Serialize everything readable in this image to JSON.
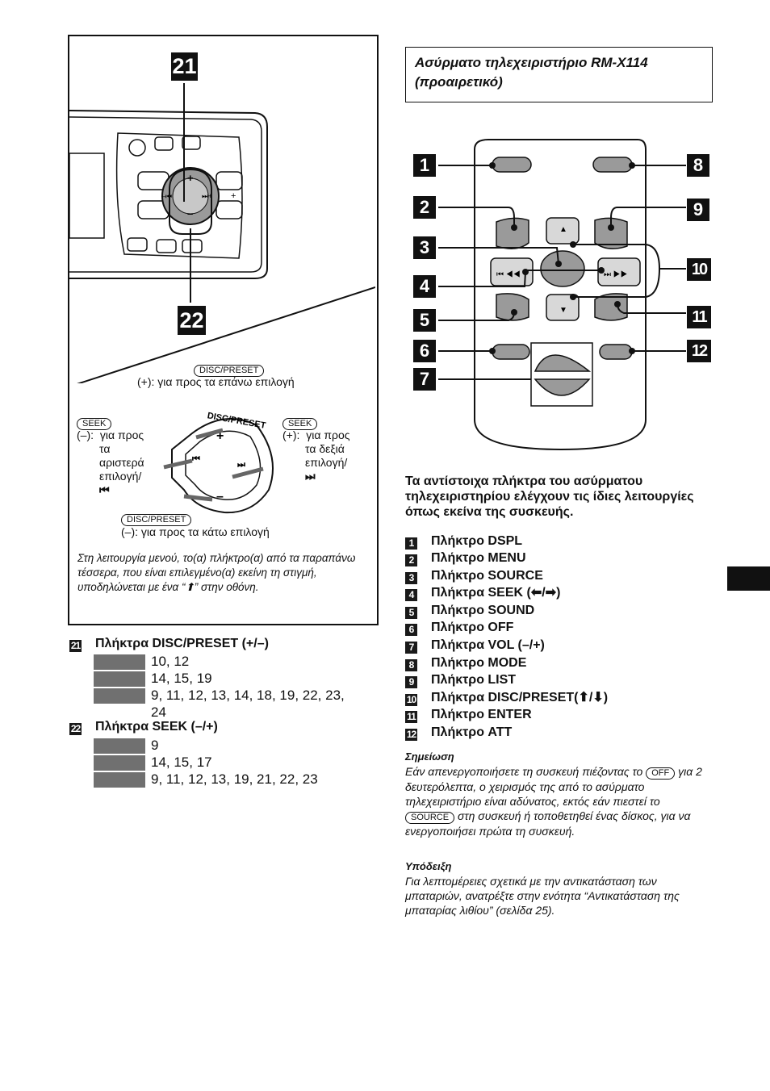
{
  "callouts": {
    "n21": "21",
    "n22": "22",
    "n1": "1",
    "n2": "2",
    "n3": "3",
    "n4": "4",
    "n5": "5",
    "n6": "6",
    "n7": "7",
    "n8": "8",
    "n9": "9",
    "n10": "10",
    "n11": "11",
    "n12": "12"
  },
  "left_box": {
    "disc_top_key": "DISC/PRESET",
    "disc_top_text": "(+): για προς τα επάνω επιλογή",
    "seek_left_key": "SEEK",
    "seek_left_lines": [
      "(–):",
      "για προς",
      "τα",
      "αριστερά",
      "επιλογή/",
      "⏮"
    ],
    "seek_right_key": "SEEK",
    "seek_right_lines": [
      "(+):",
      "για προς",
      "τα δεξιά",
      "επιλογή/",
      "⏭"
    ],
    "dial_label": "DISC/PRESET",
    "disc_bottom_key": "DISC/PRESET",
    "disc_bottom_text": "(–): για προς τα κάτω επιλογή",
    "menu_note": "Στη λειτουργία μενού, το(α) πλήκτρο(α) από τα παραπάνω τέσσερα, που είναι επιλεγμένο(α) εκείνη τη στιγμή, υποδηλώνεται με ένα “⬆” στην οθόνη."
  },
  "left_refs": {
    "item21": {
      "num": "21",
      "label": "Πλήκτρα DISC/PRESET (+/–)",
      "pages": [
        "10, 12",
        "14, 15, 19",
        "9, 11, 12, 13, 14, 18, 19, 22, 23,",
        "24"
      ]
    },
    "item22": {
      "num": "22",
      "label": "Πλήκτρα SEEK (–/+)",
      "pages": [
        "9",
        "14, 15, 17",
        "9, 11, 12, 13, 19, 21, 22, 23"
      ]
    }
  },
  "right": {
    "title": "Ασύρματο τηλεχειριστήριο RM-X114 (προαιρετικό)",
    "intro": "Τα αντίστοιχα πλήκτρα του ασύρματου τηλεχειριστηρίου ελέγχουν τις ίδιες λειτουργίες όπως εκείνα της συσκευής.",
    "buttons": [
      {
        "num": "1",
        "label": "Πλήκτρο DSPL"
      },
      {
        "num": "2",
        "label": "Πλήκτρο MENU"
      },
      {
        "num": "3",
        "label": "Πλήκτρο SOURCE"
      },
      {
        "num": "4",
        "label": "Πλήκτρα SEEK (⬅/➡)"
      },
      {
        "num": "5",
        "label": "Πλήκτρο SOUND"
      },
      {
        "num": "6",
        "label": "Πλήκτρο OFF"
      },
      {
        "num": "7",
        "label": "Πλήκτρα VOL (–/+)"
      },
      {
        "num": "8",
        "label": "Πλήκτρο MODE"
      },
      {
        "num": "9",
        "label": "Πλήκτρο LIST"
      },
      {
        "num": "10",
        "label": "Πλήκτρα DISC/PRESET(⬆/⬇)"
      },
      {
        "num": "11",
        "label": "Πλήκτρο ENTER"
      },
      {
        "num": "12",
        "label": "Πλήκτρο ATT"
      }
    ],
    "note_title": "Σημείωση",
    "note_p1": "Εάν απενεργοποιήσετε τη συσκευή πιέζοντας το",
    "note_key_off": "OFF",
    "note_p2": "για 2 δευτερόλεπτα, ο χειρισμός της από το ασύρματο τηλεχειριστήριο είναι αδύνατος, εκτός εάν πιεστεί το",
    "note_key_source": "SOURCE",
    "note_p3": "στη συσκευή ή τοποθετηθεί ένας δίσκος, για να ενεργοποιήσει πρώτα τη συσκευή.",
    "tip_title": "Υπόδειξη",
    "tip_text": "Για λεπτομέρειες σχετικά με την αντικατάσταση των μπαταριών, ανατρέξτε στην ενότητα “Αντικατάσταση της μπαταρίας λιθίου” (σελίδα 25)."
  }
}
